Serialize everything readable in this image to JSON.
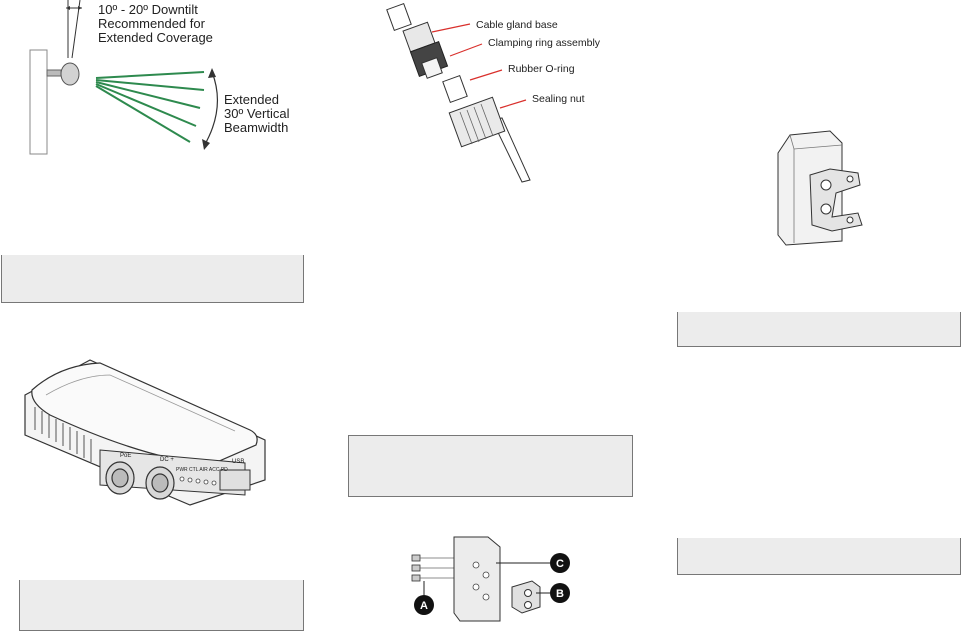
{
  "downtilt": {
    "line1": "10º - 20º Downtilt",
    "line2": "Recommended for",
    "line3": "Extended Coverage",
    "beam1": "Extended",
    "beam2": "30º Vertical",
    "beam3": "Beamwidth",
    "beam_color": "#2e8a4e"
  },
  "gland": {
    "base": "Cable gland base",
    "clamp": "Clamping ring assembly",
    "oring": "Rubber O-ring",
    "nut": "Sealing nut",
    "leader_color": "#d9302c"
  },
  "device": {
    "poe": "PoE",
    "dc": "DC +",
    "usb": "USB",
    "leds": "PWR CTL AIR ACC PD"
  },
  "mount": {
    "label_a": "A",
    "label_b": "B",
    "label_c": "C"
  },
  "colors": {
    "box_fill": "#ececec",
    "box_border": "#777777"
  }
}
